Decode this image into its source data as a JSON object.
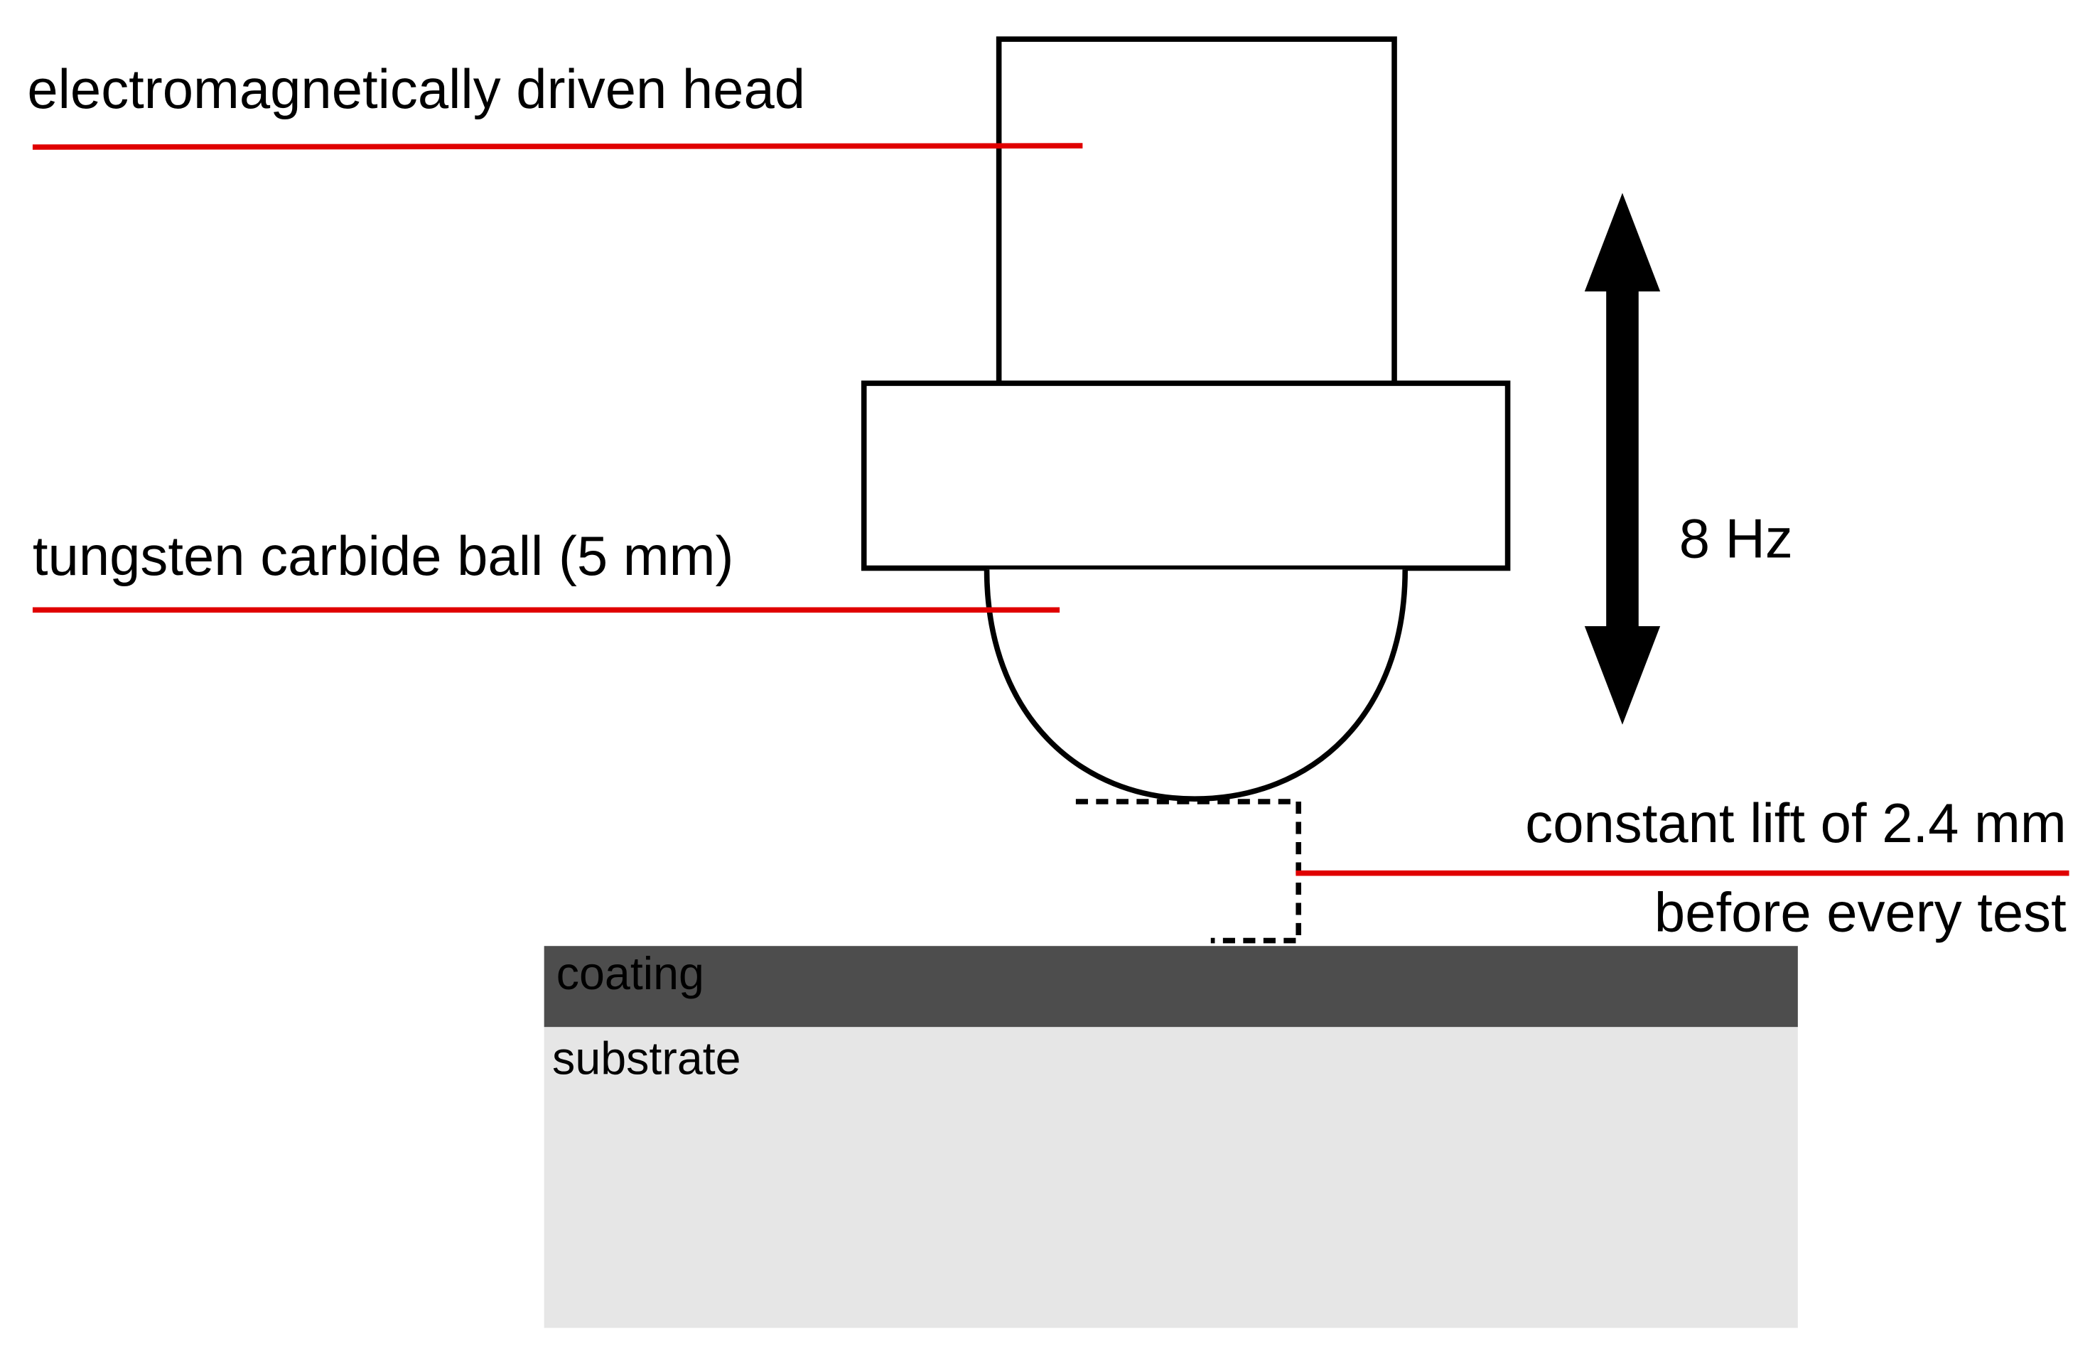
{
  "labels": {
    "head": "electromagnetically driven head",
    "ball": "tungsten carbide ball (5 mm)",
    "frequency": "8 Hz",
    "lift_line1": "constant lift of 2.4 mm",
    "lift_line2": "before every test",
    "coating": "coating",
    "substrate": "substrate"
  },
  "colors": {
    "leader_line": "#e00000",
    "outline": "#000000",
    "coating": "#4d4d4d",
    "coating_text": "#ffffff",
    "substrate": "#e6e6e6",
    "substrate_text": "#000000"
  }
}
